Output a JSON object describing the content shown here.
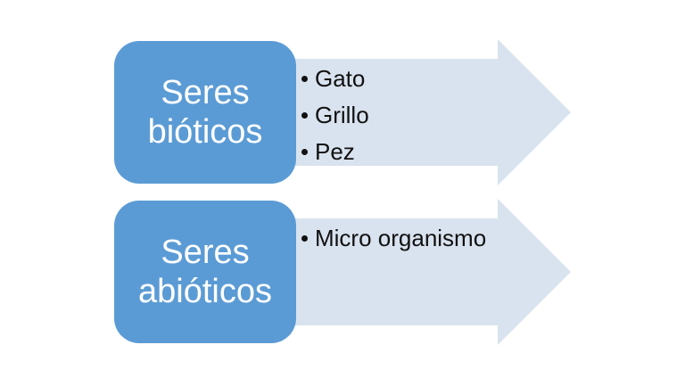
{
  "colors": {
    "box_fill": "#5b9bd5",
    "arrow_fill": "#d9e3ef",
    "box_text": "#ffffff",
    "item_text": "#111111"
  },
  "rows": [
    {
      "label_line1": "Seres",
      "label_line2": "bióticos",
      "items": [
        "Gato",
        "Grillo",
        "Pez"
      ]
    },
    {
      "label_line1": "Seres",
      "label_line2": "abióticos",
      "items": [
        "Micro organismo"
      ]
    }
  ]
}
